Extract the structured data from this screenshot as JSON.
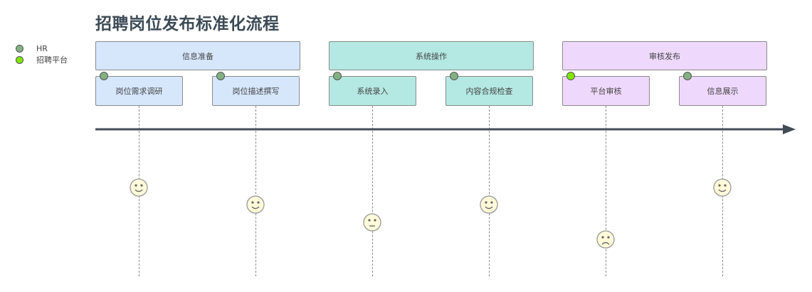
{
  "title": "招聘岗位发布标准化流程",
  "legend": [
    {
      "label": "HR",
      "color": "#82b082"
    },
    {
      "label": "招聘平台",
      "color": "#80e600"
    }
  ],
  "sections": [
    {
      "label": "信息准备",
      "color": "#d6e7fc"
    },
    {
      "label": "系统操作",
      "color": "#b4e8e2"
    },
    {
      "label": "审核发布",
      "color": "#eed8fb"
    }
  ],
  "tasks": [
    {
      "label": "岗位需求调研",
      "actor": "HR",
      "mood": "happy"
    },
    {
      "label": "岗位描述撰写",
      "actor": "HR",
      "mood": "happy"
    },
    {
      "label": "系统录入",
      "actor": "HR",
      "mood": "neutral"
    },
    {
      "label": "内容合规检查",
      "actor": "HR",
      "mood": "happy"
    },
    {
      "label": "平台审核",
      "actor": "招聘平台",
      "mood": "sad"
    },
    {
      "label": "信息展示",
      "actor": "HR",
      "mood": "happy"
    }
  ]
}
